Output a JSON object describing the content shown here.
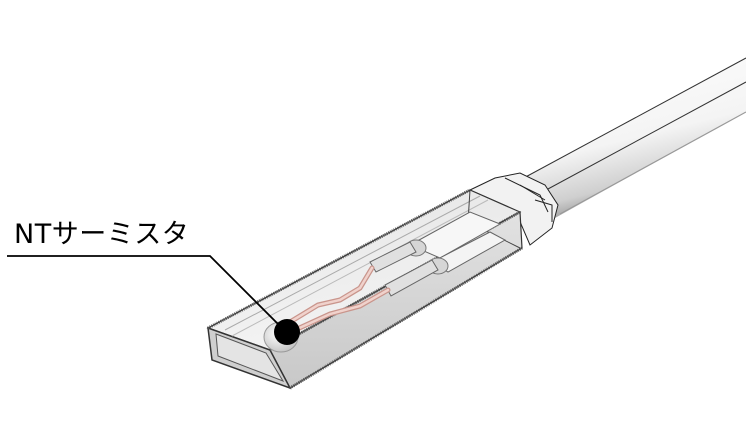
{
  "diagram": {
    "subject": "thermistor temperature probe",
    "callout": {
      "label": "NTサーミスタ",
      "target": "thermistor bead"
    },
    "parts": [
      "cable",
      "cable sleeve",
      "transparent rectangular tube housing",
      "lead wires",
      "crimp terminals",
      "thermistor bead"
    ],
    "colors": {
      "background": "#ffffff",
      "outline": "#000000",
      "housing": "#d9d9d9",
      "lead_wire": "#e8b9b0",
      "bead": "#000000"
    }
  }
}
